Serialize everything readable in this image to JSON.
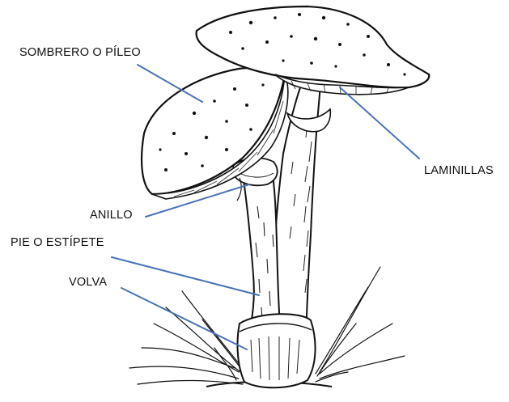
{
  "labels": {
    "sombrero": "SOMBRERO O PÍLEO",
    "laminillas": "LAMINILLAS",
    "anillo": "ANILLO",
    "pie": "PIE O ESTÍPETE",
    "volva": "VOLVA"
  },
  "colors": {
    "leader_line": "#4a72b8",
    "ink": "#111111",
    "background": "#ffffff"
  }
}
